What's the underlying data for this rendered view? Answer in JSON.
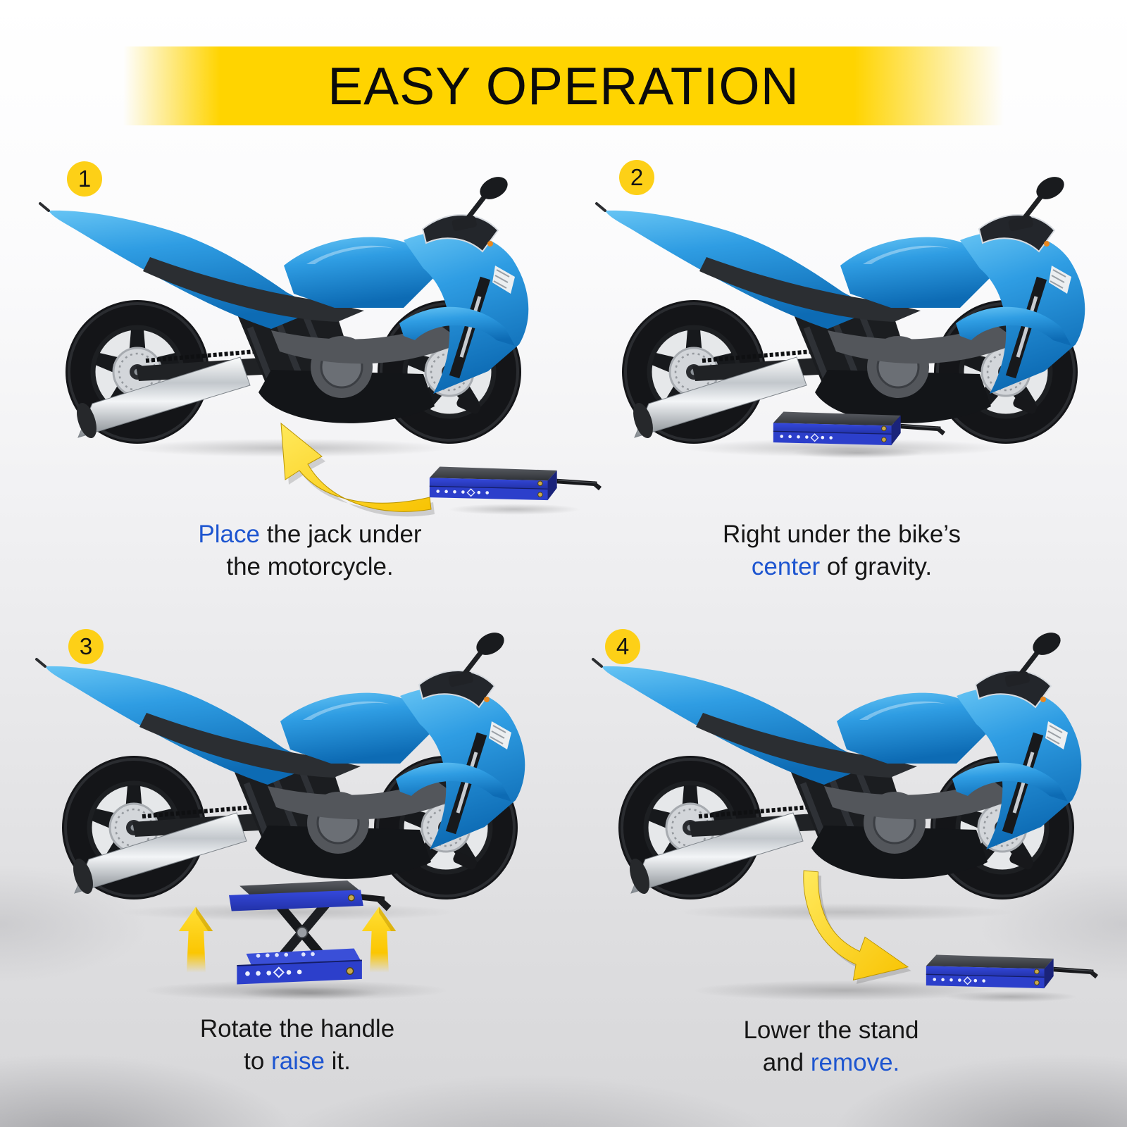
{
  "header": {
    "title": "EASY OPERATION"
  },
  "steps": [
    {
      "number": "1",
      "caption": {
        "line1": {
          "pre": "",
          "highlight": "Place",
          "post": " the jack under"
        },
        "line2": {
          "pre": "the motorcycle.",
          "highlight": "",
          "post": ""
        }
      }
    },
    {
      "number": "2",
      "caption": {
        "line1": {
          "pre": "Right under the bike’s",
          "highlight": "",
          "post": ""
        },
        "line2": {
          "pre": "",
          "highlight": "center",
          "post": " of gravity."
        }
      }
    },
    {
      "number": "3",
      "caption": {
        "line1": {
          "pre": "Rotate the handle",
          "highlight": "",
          "post": ""
        },
        "line2": {
          "pre": "to ",
          "highlight": "raise",
          "post": " it."
        }
      }
    },
    {
      "number": "4",
      "caption": {
        "line1": {
          "pre": "Lower the stand",
          "highlight": "",
          "post": ""
        },
        "line2": {
          "pre": "and ",
          "highlight": "remove.",
          "post": ""
        }
      }
    }
  ],
  "colors": {
    "banner_yellow": "#ffd400",
    "badge_yellow": "#fdd017",
    "accent_blue": "#1d55d0",
    "bike_blue": "#2e9ce6",
    "jack_blue": "#2c3fcb",
    "arrow_yellow": "#fbc602"
  }
}
